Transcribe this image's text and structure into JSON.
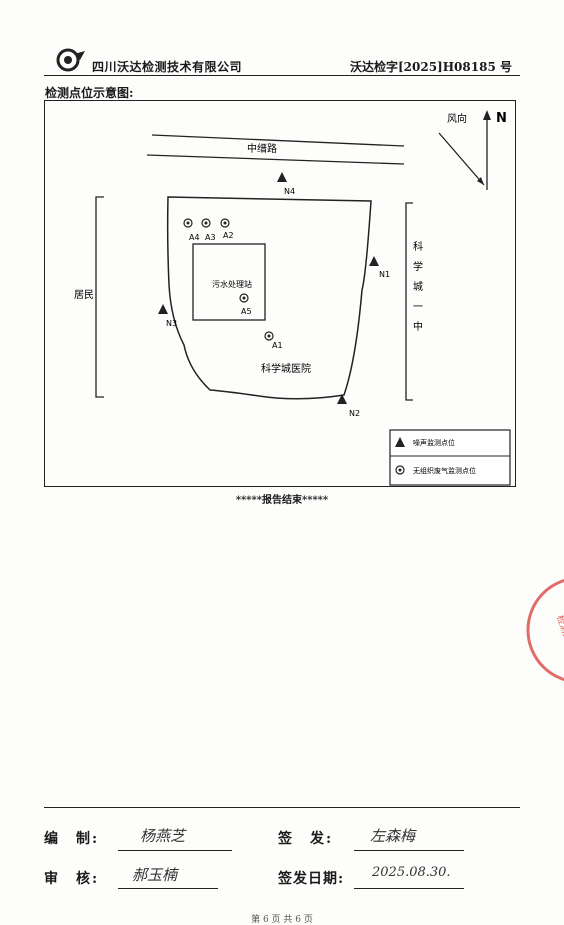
{
  "header": {
    "company": "四川沃达检测技术有限公司",
    "report_no": "沃达检字[2025]H08185 号"
  },
  "section_title": "检测点位示意图:",
  "map": {
    "road": "中缙路",
    "wind_label": "风向",
    "north": "N",
    "left_area": "居民",
    "right_area": [
      "科",
      "学",
      "城",
      "一",
      "中"
    ],
    "hospital": "科学城医院",
    "plant": "污水处理站",
    "noise_points": [
      "N1",
      "N2",
      "N3",
      "N4"
    ],
    "air_points": [
      "A1",
      "A2",
      "A3",
      "A4",
      "A5"
    ],
    "legend": {
      "noise": "噪声监测点位",
      "air": "无组织废气监测点位"
    }
  },
  "end_mark": "*****报告结束*****",
  "signoff": {
    "compile_label": "编　制:",
    "compile_name": "杨燕芝",
    "issue_label": "签　发:",
    "issue_name": "左森梅",
    "review_label": "审　核:",
    "review_name": "郝玉楠",
    "date_label": "签发日期:",
    "date_value": "2025.08.30."
  },
  "page_number": "第 6 页 共 6 页",
  "colors": {
    "stamp": "#d9534f",
    "ink": "#1a1a1a"
  }
}
